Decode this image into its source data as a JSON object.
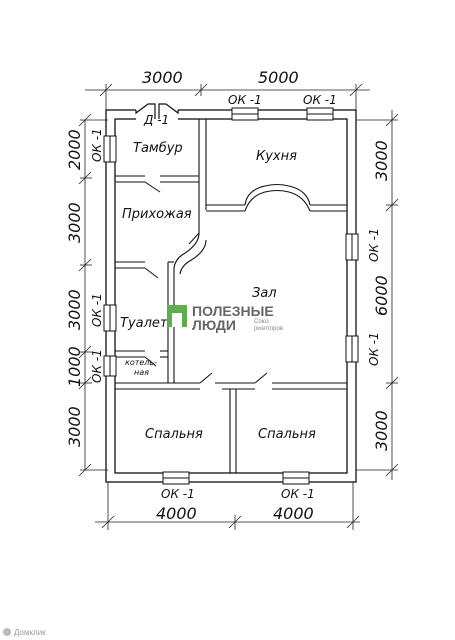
{
  "dimensions": {
    "top": [
      "3000",
      "5000"
    ],
    "bottom": [
      "4000",
      "4000"
    ],
    "left": [
      "2000",
      "3000",
      "3000",
      "1000",
      "3000"
    ],
    "right": [
      "3000",
      "6000",
      "3000"
    ]
  },
  "rooms": {
    "vestibule": "Тамбур",
    "hallway": "Прихожая",
    "kitchen": "Кухня",
    "hall": "Зал",
    "toilet": "Туалет",
    "boiler_line1": "котель-",
    "boiler_line2": "ная",
    "bedroom_left": "Спальня",
    "bedroom_right": "Спальня"
  },
  "openings": {
    "door": "Д -1",
    "window": "ОК -1"
  },
  "watermark": {
    "line1": "ПОЛЕЗНЫЕ",
    "line2": "ЛЮДИ",
    "sub1": "Союз",
    "sub2": "риэлторов",
    "color": "#5fae4e"
  },
  "corner_logo": "Домклик"
}
